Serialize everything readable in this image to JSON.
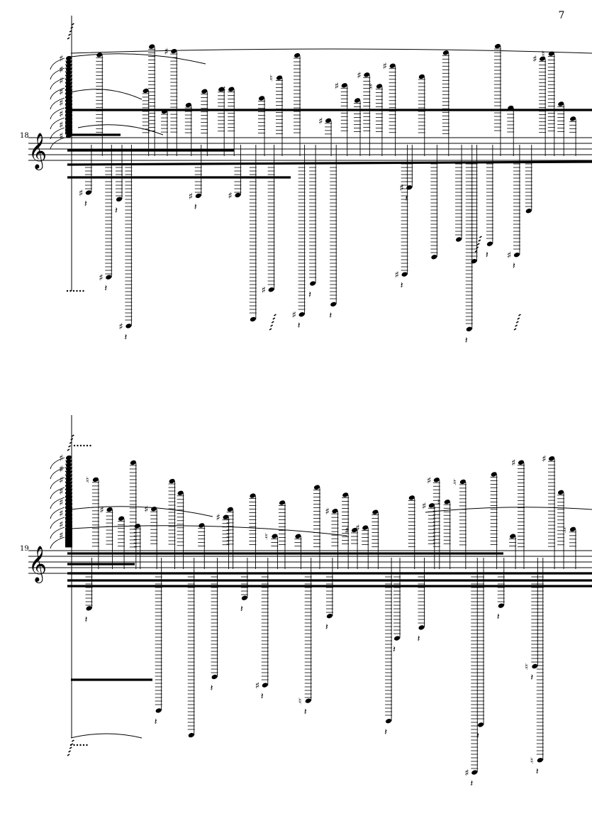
{
  "page": {
    "number": "7"
  },
  "systems": [
    {
      "measure_number": "18",
      "clef": "treble"
    },
    {
      "measure_number": "19",
      "clef": "treble"
    }
  ],
  "symbols": {
    "treble_clef": "𝄞",
    "sharp": "♯",
    "natural": "♮",
    "rest": "𝄽"
  }
}
